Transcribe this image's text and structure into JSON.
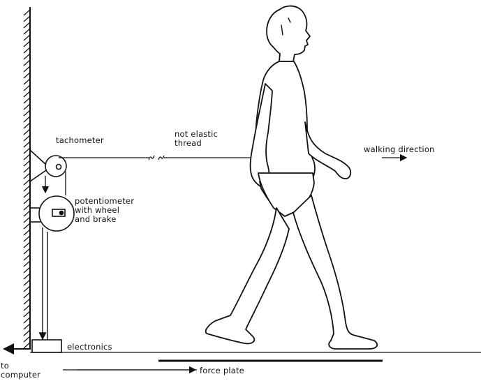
{
  "colors": {
    "ink": "#111111",
    "paper": "#ffffff"
  },
  "icons": [
    "tachometer-icon",
    "potentiometer-wheel-icon",
    "walking-man-figure",
    "electronics-box-icon",
    "arrow-left-icon",
    "arrow-right-icon"
  ],
  "labels": {
    "tachometer": "tachometer",
    "thread": "not elastic\nthread",
    "walking_direction": "walking direction",
    "potentiometer": "potentiometer\nwith wheel\nand brake",
    "electronics": "electronics",
    "to_computer": "to\ncomputer",
    "force_plate": "force plate"
  }
}
